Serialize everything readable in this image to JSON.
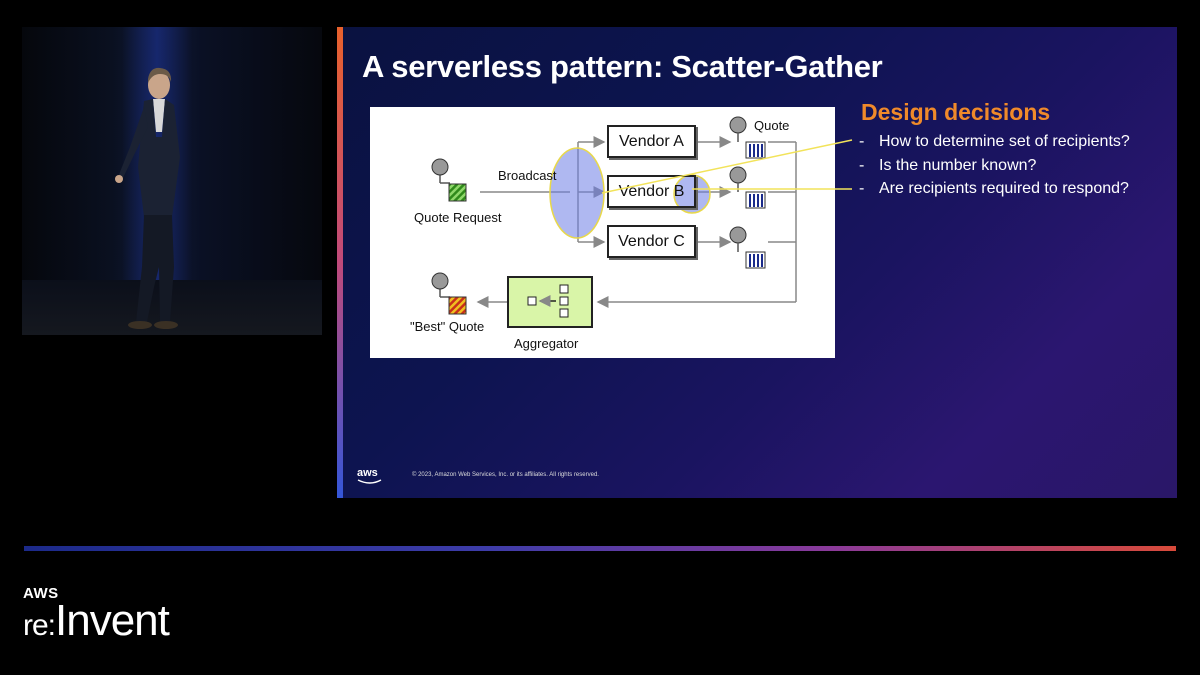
{
  "slide": {
    "title": "A serverless pattern: Scatter-Gather",
    "design_title": "Design decisions",
    "bullets": [
      "How to determine set of recipients?",
      "Is the number known?",
      "Are recipients required to respond?"
    ],
    "footer_logo": "aws",
    "copyright": "© 2023, Amazon Web Services, Inc. or its affiliates. All rights reserved."
  },
  "diagram": {
    "broadcast_label": "Broadcast",
    "quote_label": "Quote",
    "quote_request_label": "Quote Request",
    "vendors": [
      "Vendor A",
      "Vendor B",
      "Vendor C"
    ],
    "best_quote_label": "\"Best\" Quote",
    "aggregator_label": "Aggregator"
  },
  "branding": {
    "aws": "AWS",
    "re": "re:",
    "invent": "Invent"
  },
  "colors": {
    "design_accent": "#f08a2a",
    "highlight_line": "#f2e35a",
    "aggregator_fill": "#d9f5a8"
  }
}
